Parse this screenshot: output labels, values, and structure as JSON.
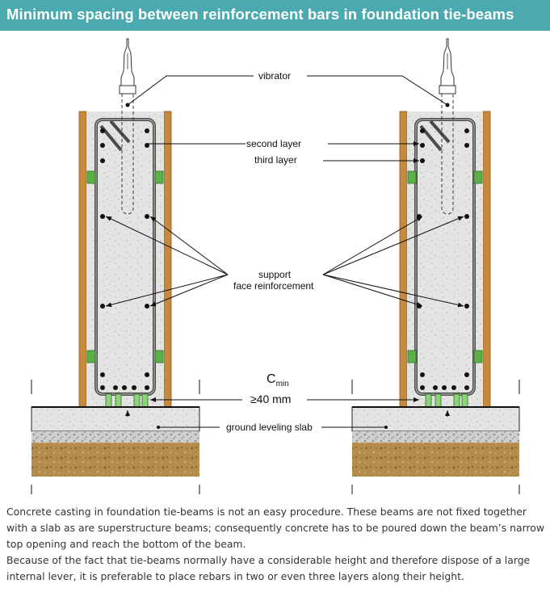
{
  "title": "Minimum spacing between reinforcement bars in foundation tie-beams",
  "labels": {
    "vibrator": "vibrator",
    "second_layer": "second layer",
    "third_layer": "third layer",
    "support_line1": "support",
    "support_line2": "face reinforcement",
    "cmin_main": "C",
    "cmin_sub": "min",
    "spacing": "≥40 mm",
    "slab": "ground leveling slab"
  },
  "description": {
    "paragraph1": "Concrete casting in foundation tie-beams is not an easy procedure. These beams are not fixed together with a slab as are superstructure beams; consequently concrete has to be poured down the beam’s narrow top opening and reach the bottom of the beam.",
    "paragraph2": "Because of the fact that tie-beams normally have a considerable height and therefore dispose of a large internal lever, it is preferable to place rebars in two or even three layers along their height."
  },
  "colors": {
    "header_bg": "#4aaab0",
    "formwork": "#c58a3d",
    "concrete": "#e2e2e2",
    "soil": "#b99352",
    "spacer": "#5bb04a"
  }
}
